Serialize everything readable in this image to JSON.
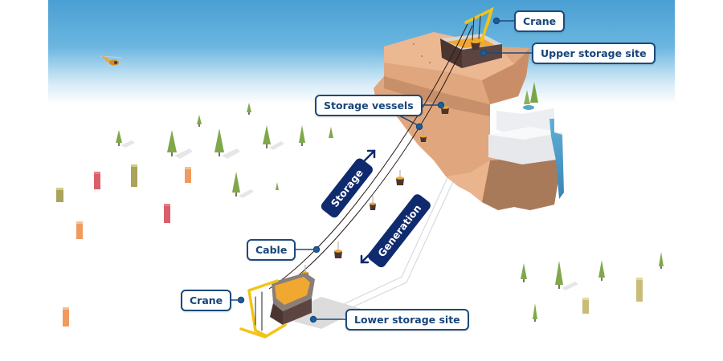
{
  "diagram": {
    "title": "Gravity energy storage with cable-hoisted vessels",
    "colors": {
      "sky_top": "#4a9fd2",
      "sky_bottom": "#ffffff",
      "rock_light": "#eab48d",
      "rock_mid": "#d9a07a",
      "rock_dark": "#a97a5a",
      "snow": "#f1f2f4",
      "water": "#4a96c4",
      "crane_yellow": "#f2c418",
      "sand": "#f0a830",
      "label_border": "#1d4a7c",
      "label_text": "#16457a",
      "badge_bg": "#0f2a6e",
      "tree_green": "#7fa84a",
      "connector_dot": "#1a5fa0"
    },
    "labels": {
      "crane_upper": "Crane",
      "upper_storage_site": "Upper storage site",
      "storage_vessels": "Storage vessels",
      "cable": "Cable",
      "crane_lower": "Crane",
      "lower_storage_site": "Lower storage site"
    },
    "flow_badges": {
      "storage": "Storage",
      "generation": "Generation"
    }
  }
}
